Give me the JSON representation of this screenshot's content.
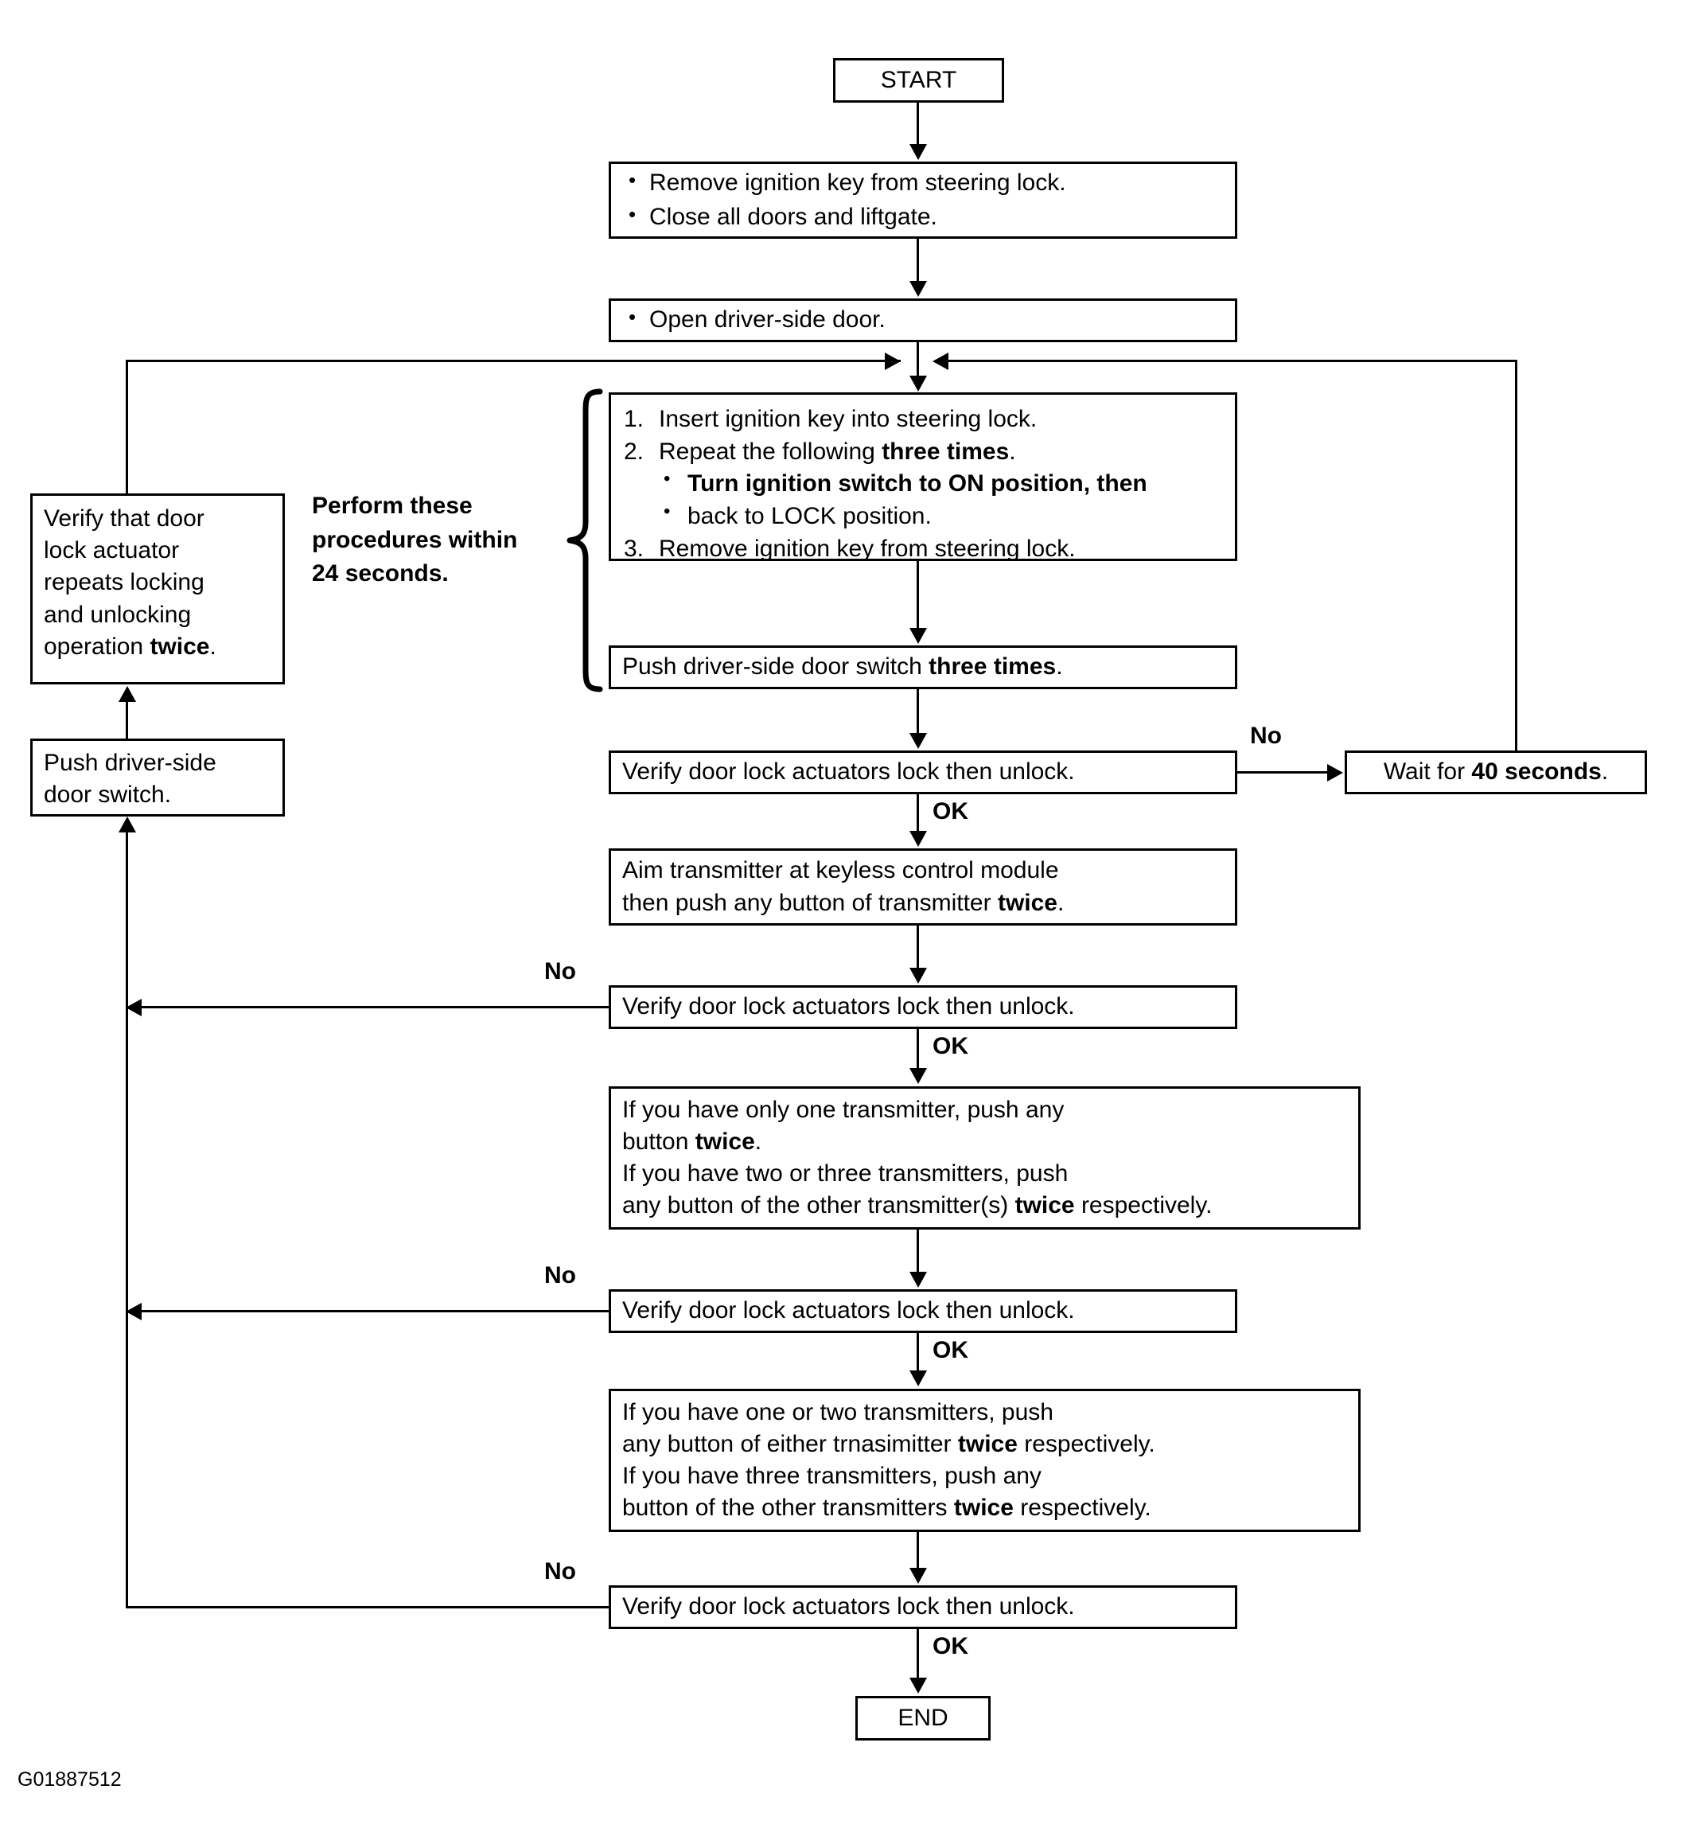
{
  "figure": {
    "id": "G01887512",
    "type": "flowchart",
    "title_box": "START",
    "end_box": "END"
  },
  "nodes": {
    "start": {
      "label": "START"
    },
    "prep": {
      "bullets": [
        "Remove ignition key from steering lock.",
        "Close all doors and liftgate."
      ]
    },
    "open_door": {
      "bullets": [
        "Open driver-side door."
      ]
    },
    "key_steps": {
      "items": [
        {
          "num": "1.",
          "text": "Insert ignition key into steering lock."
        },
        {
          "num": "2.",
          "text_pre": "Repeat the following ",
          "text_bold": "three times",
          "text_post": ".",
          "sub": [
            "Turn ignition switch to ON position, then",
            "back to LOCK position."
          ]
        },
        {
          "num": "3.",
          "text": "Remove ignition key from steering lock."
        }
      ]
    },
    "push_three": {
      "pre": "Push driver-side door switch ",
      "bold": "three times",
      "post": "."
    },
    "verify1": {
      "text": "Verify door lock actuators lock then unlock."
    },
    "wait40": {
      "pre": "Wait for ",
      "bold": "40 seconds",
      "post": "."
    },
    "aim": {
      "line1": "Aim transmitter at keyless control module",
      "line2_pre": "then push any button of transmitter ",
      "line2_bold": "twice",
      "line2_post": "."
    },
    "verify2": {
      "text": "Verify door lock actuators lock then unlock."
    },
    "transmitters_a": {
      "l1": "If you have only one transmitter, push any",
      "l2_pre": "button ",
      "l2_bold": "twice",
      "l2_post": ".",
      "l3": "If you have two or three transmitters, push",
      "l4_pre": "any button of the other transmitter(s) ",
      "l4_bold": "twice",
      "l4_post": " respectively."
    },
    "verify3": {
      "text": "Verify door lock actuators lock then unlock."
    },
    "transmitters_b": {
      "l1": "If you have one or two transmitters, push",
      "l2_pre": "any button of either trnasimitter ",
      "l2_bold": "twice",
      "l2_post": " respectively.",
      "l3": "If you have three transmitters, push any",
      "l4_pre": "button of the other transmitters ",
      "l4_bold": "twice",
      "l4_post": " respectively."
    },
    "verify4": {
      "text": "Verify door lock actuators lock then unlock."
    },
    "end": {
      "label": "END"
    },
    "verify_repeat": {
      "l1": "Verify that door",
      "l2": "lock actuator",
      "l3": "repeats locking",
      "l4": "and unlocking",
      "l5_pre": "operation ",
      "l5_bold": "twice",
      "l5_post": "."
    },
    "push_switch": {
      "l1": "Push driver-side",
      "l2": "door switch."
    }
  },
  "annotations": {
    "timing_note_l1": "Perform these",
    "timing_note_l2": "procedures within",
    "timing_note_l3": "24 seconds.",
    "no_1": "No",
    "no_2": "No",
    "no_3": "No",
    "no_4": "No",
    "ok_1": "OK",
    "ok_2": "OK",
    "ok_3": "OK",
    "ok_4": "OK"
  },
  "colors": {
    "stroke": "#000000",
    "background": "#ffffff"
  }
}
